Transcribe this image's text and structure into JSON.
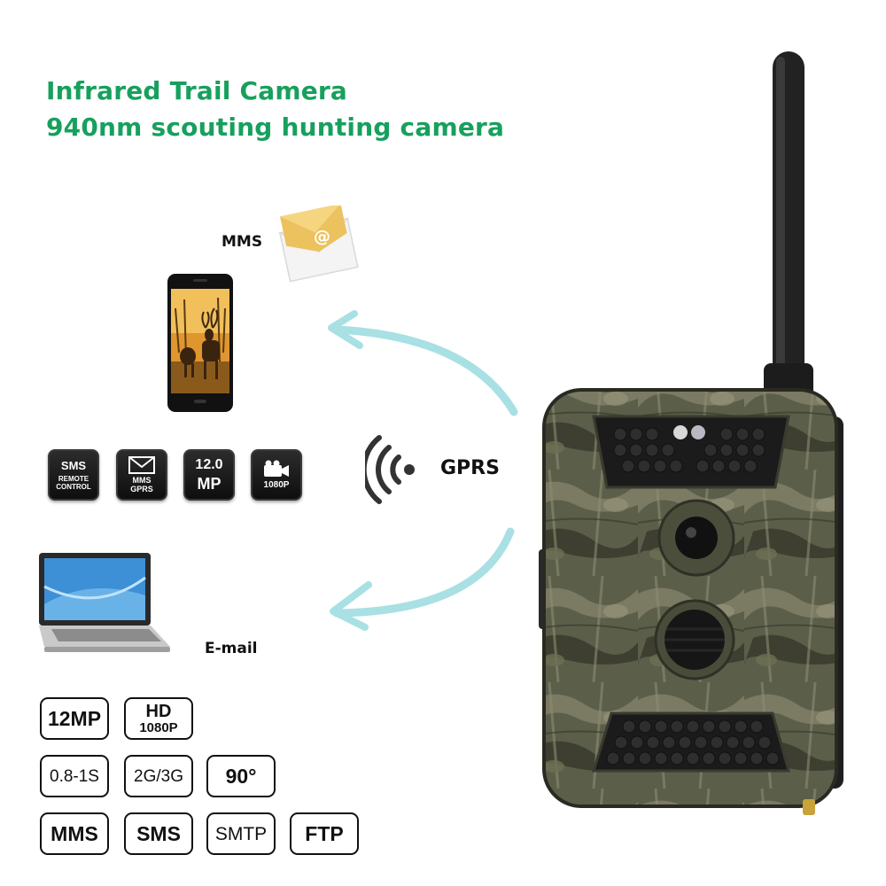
{
  "title": {
    "line1": "Infrared Trail Camera",
    "line2": "940nm scouting hunting camera"
  },
  "labels": {
    "mms": "MMS",
    "gprs": "GPRS",
    "email": "E-mail",
    "envelope_at": "@"
  },
  "feature_icons": [
    {
      "line1": "SMS",
      "line2": "REMOTE",
      "line3": "CONTROL"
    },
    {
      "line1": "MMS",
      "line2": "GPRS"
    },
    {
      "line1": "12.0",
      "line2": "MP"
    },
    {
      "line1": "1080P"
    }
  ],
  "spec_badges": [
    {
      "line1": "12MP",
      "line2": ""
    },
    {
      "line1": "HD",
      "line2": "1080P"
    },
    {
      "line1": "0.8-1S",
      "line2": ""
    },
    {
      "line1": "2G/3G",
      "line2": ""
    },
    {
      "line1": "90°",
      "line2": ""
    },
    {
      "line1": "MMS",
      "line2": ""
    },
    {
      "line1": "SMS",
      "line2": ""
    },
    {
      "line1": "SMTP",
      "line2": ""
    },
    {
      "line1": "FTP",
      "line2": ""
    }
  ],
  "colors": {
    "title_green": "#17a05d",
    "arrow_cyan": "#a8e0e4",
    "camo_base": "#5a5d48",
    "envelope_gold": "#e9c46a"
  },
  "icons": [
    "envelope-icon",
    "wifi-signal-icon",
    "smartphone",
    "laptop",
    "trail-camera",
    "antenna"
  ]
}
